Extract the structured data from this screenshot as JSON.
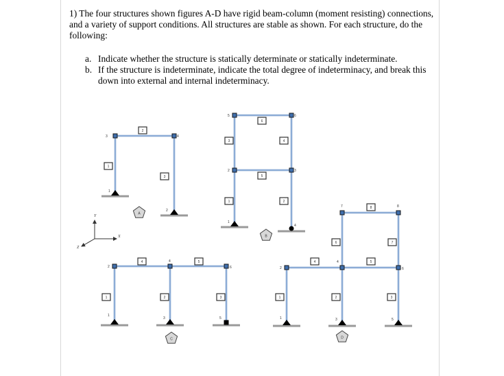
{
  "problem": {
    "intro": "1) The four structures shown figures A-D have rigid beam-column (moment resisting) connections, and a variety of support conditions.  All structures are stable as shown.  For each structure, do the following:",
    "items": [
      {
        "marker": "a.",
        "text": "Indicate whether the structure is statically determinate or statically indeterminate."
      },
      {
        "marker": "b.",
        "text": "If the structure is indeterminate, indicate the total degree of indeterminacy, and break this down into external and internal indeterminacy."
      }
    ]
  },
  "figure": {
    "colors": {
      "member": "#6f95c8",
      "node": "#3f6fae",
      "ground": "#9a9a9a",
      "label_badge": "#d8d8d8"
    },
    "axes": {
      "x": "X",
      "y": "Y",
      "z": "Z"
    },
    "structures": [
      {
        "id": "A",
        "label": "A",
        "nodes": [
          "1",
          "2",
          "3",
          "4"
        ],
        "members": [
          "1",
          "2",
          "3"
        ],
        "supports": [
          "pin",
          "pin"
        ]
      },
      {
        "id": "B",
        "label": "B",
        "nodes": [
          "1",
          "2",
          "3",
          "4",
          "5",
          "6"
        ],
        "members": [
          "1",
          "2",
          "3",
          "4",
          "5",
          "6"
        ],
        "supports": [
          "pin",
          "roller"
        ]
      },
      {
        "id": "C",
        "label": "C",
        "nodes": [
          "1",
          "2",
          "3",
          "4",
          "5",
          "6"
        ],
        "members": [
          "1",
          "2",
          "3",
          "4",
          "5"
        ],
        "supports": [
          "pin",
          "pin",
          "fixed"
        ]
      },
      {
        "id": "D",
        "label": "D",
        "nodes": [
          "1",
          "2",
          "3",
          "4",
          "5",
          "6",
          "7",
          "8"
        ],
        "members": [
          "1",
          "2",
          "3",
          "4",
          "5",
          "6",
          "7",
          "8"
        ],
        "supports": [
          "pin",
          "pin",
          "pin"
        ]
      }
    ]
  }
}
